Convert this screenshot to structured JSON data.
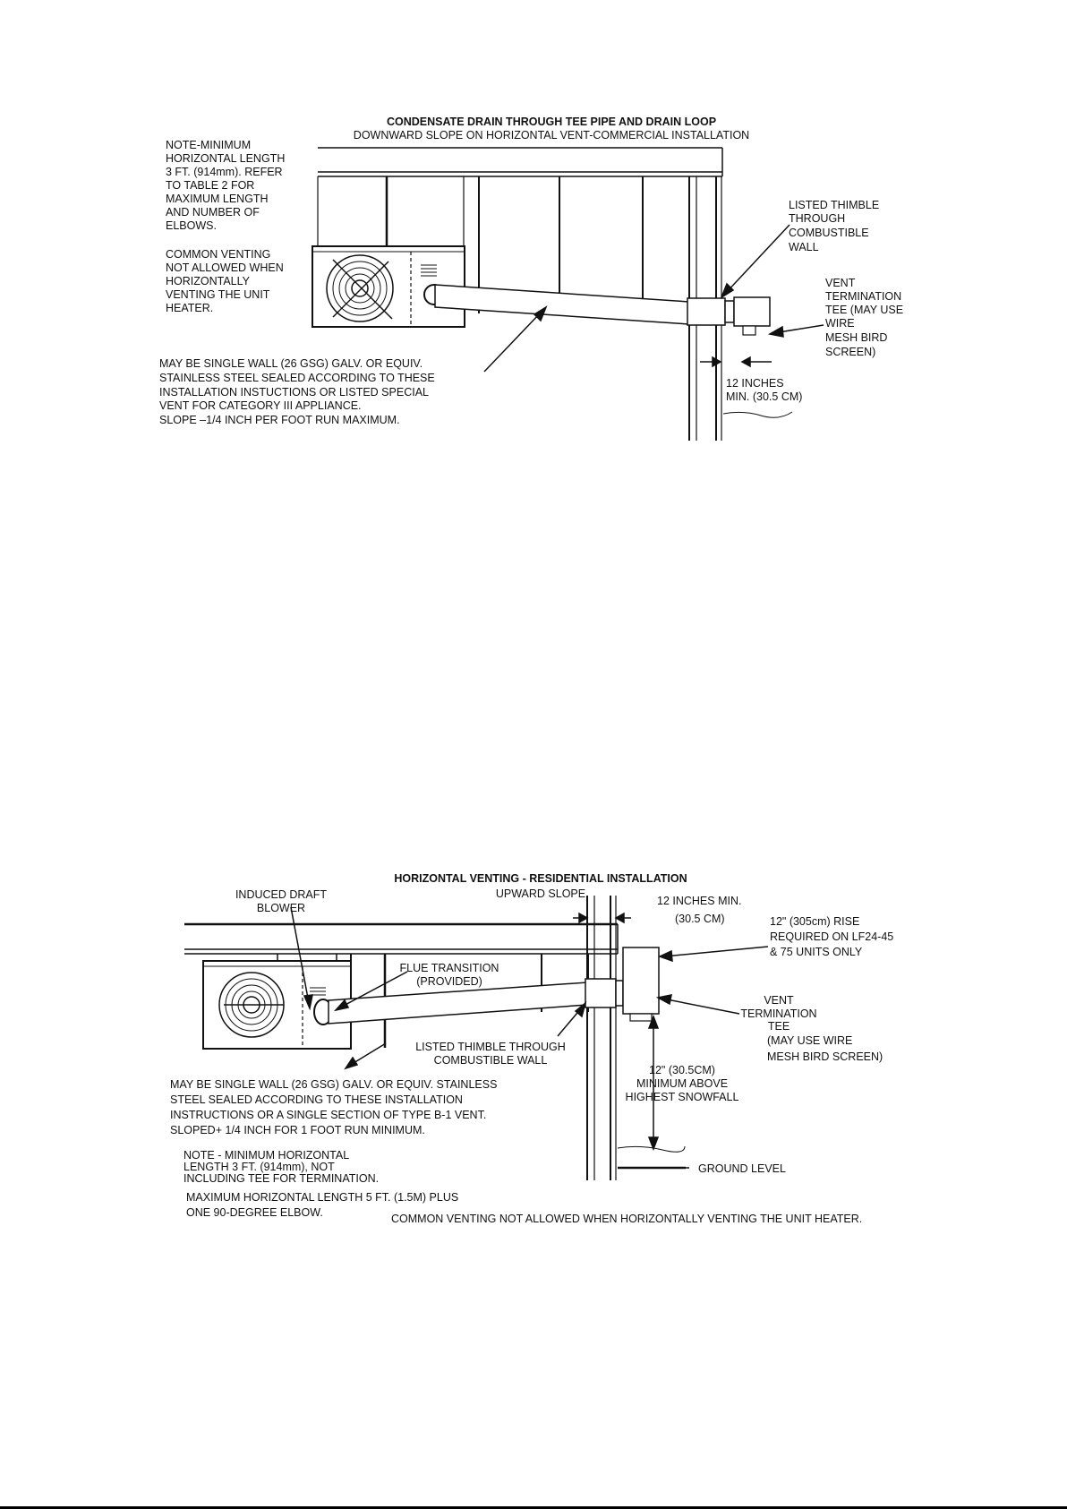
{
  "figure1": {
    "title": "CONDENSATE DRAIN THROUGH TEE PIPE AND DRAIN LOOP",
    "subtitle": "DOWNWARD SLOPE ON HORIZONTAL VENT-COMMERCIAL INSTALLATION",
    "note_min_length": [
      "NOTE-MINIMUM",
      "HORIZONTAL LENGTH",
      "3 FT. (914mm). REFER",
      "TO TABLE 2 FOR",
      "MAXIMUM LENGTH",
      "AND NUMBER OF",
      "ELBOWS."
    ],
    "note_common_venting": [
      "COMMON VENTING",
      "NOT ALLOWED WHEN",
      "HORIZONTALLY",
      "VENTING THE UNIT",
      "HEATER."
    ],
    "thimble_label": [
      "LISTED THIMBLE",
      "THROUGH",
      "COMBUSTIBLE",
      "WALL"
    ],
    "termination_label": [
      "VENT",
      "TERMINATION",
      "TEE (MAY USE",
      "WIRE",
      "MESH BIRD",
      "SCREEN)"
    ],
    "clearance_label": [
      "12 INCHES",
      "MIN. (30.5 CM)"
    ],
    "pipe_note": [
      "MAY BE SINGLE WALL (26 GSG) GALV. OR EQUIV.",
      "STAINLESS STEEL SEALED ACCORDING TO   THESE",
      "INSTALLATION INSTUCTIONS OR LISTED SPECIAL",
      "VENT FOR CATEGORY III APPLIANCE.",
      "SLOPE –1/4 INCH PER FOOT RUN MAXIMUM."
    ]
  },
  "figure2": {
    "title": "HORIZONTAL VENTING - RESIDENTIAL INSTALLATION",
    "slope_label": "UPWARD SLOPE",
    "blower_label": [
      "INDUCED DRAFT",
      "BLOWER"
    ],
    "clearance_label": [
      "12 INCHES MIN.",
      "(30.5 CM)"
    ],
    "rise_label": [
      "12\" (305cm) RISE",
      "REQUIRED ON LF24-45",
      "& 75 UNITS ONLY"
    ],
    "flue_label": [
      "FLUE TRANSITION",
      "(PROVIDED)"
    ],
    "termination_label": [
      "VENT",
      "TERMINATION",
      "TEE",
      "(MAY USE WIRE",
      "MESH BIRD SCREEN)"
    ],
    "thimble_label": [
      "LISTED THIMBLE THROUGH",
      "COMBUSTIBLE WALL"
    ],
    "snowfall_label": [
      "12\" (30.5CM)",
      "MINIMUM ABOVE",
      "HIGHEST SNOWFALL"
    ],
    "pipe_note": [
      "MAY BE SINGLE WALL (26 GSG) GALV. OR EQUIV. STAINLESS",
      "STEEL SEALED ACCORDING TO THESE INSTALLATION",
      "INSTRUCTIONS OR A SINGLE SECTION OF TYPE B-1 VENT.",
      "SLOPED+ 1/4 INCH FOR 1 FOOT RUN MINIMUM."
    ],
    "note_min_length": [
      "NOTE - MINIMUM HORIZONTAL",
      "LENGTH 3 FT. (914mm), NOT",
      "INCLUDING TEE FOR TERMINATION."
    ],
    "max_length": [
      "MAXIMUM HORIZONTAL LENGTH 5 FT. (1.5M) PLUS",
      "ONE 90-DEGREE ELBOW."
    ],
    "ground_label": "GROUND LEVEL",
    "common_venting": "COMMON VENTING NOT ALLOWED WHEN HORIZONTALLY VENTING THE UNIT HEATER."
  }
}
